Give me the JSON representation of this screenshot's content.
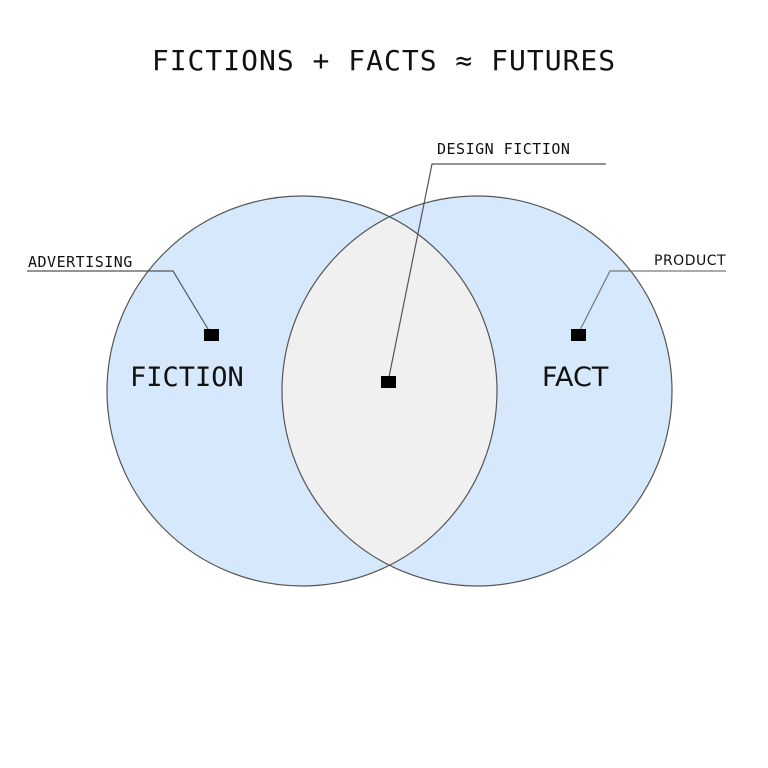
{
  "title": "FICTIONS + FACTS ≈ FUTURES",
  "circles": {
    "left": {
      "label": "FICTION",
      "fill": "#d6e9fc"
    },
    "right": {
      "label": "FACT",
      "fill": "#d6e9fc"
    },
    "overlap_fill": "#f0f0f0",
    "stroke": "#555555"
  },
  "callouts": {
    "design_fiction": "DESIGN FICTION",
    "advertising": "ADVERTISING",
    "product": "PRODUCT"
  }
}
